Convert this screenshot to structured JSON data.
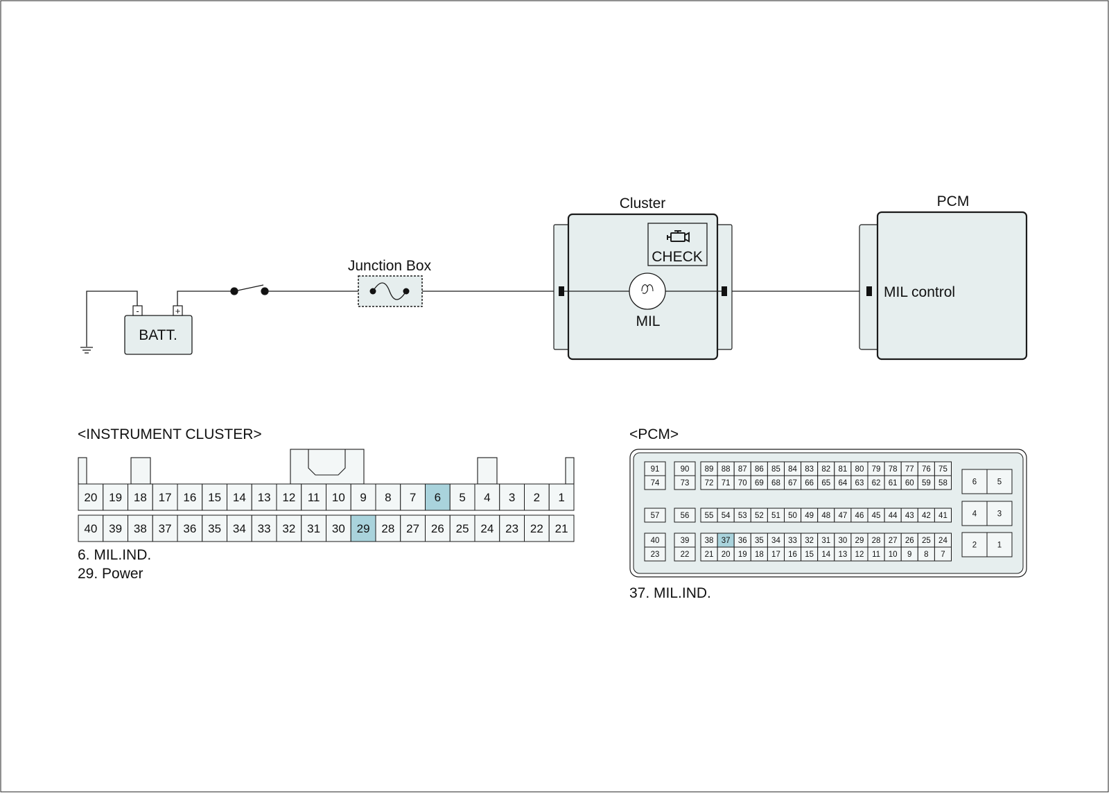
{
  "colors": {
    "line": "#1a1a1a",
    "box_fill": "#e6eeee",
    "highlight": "#a9d3dc",
    "cell_fill": "#f3f7f7"
  },
  "wiring": {
    "battery": {
      "label": "BATT.",
      "neg": "-",
      "pos": "+"
    },
    "junction_box": {
      "label": "Junction Box"
    },
    "cluster": {
      "title": "Cluster",
      "check_label": "CHECK",
      "lamp_label": "MIL",
      "icon": "engine-check-icon"
    },
    "pcm": {
      "title": "PCM",
      "pin_label": "MIL control"
    }
  },
  "cluster_connector": {
    "title": "<INSTRUMENT CLUSTER>",
    "top_row": [
      "20",
      "19",
      "18",
      "17",
      "16",
      "15",
      "14",
      "13",
      "12",
      "11",
      "10",
      "9",
      "8",
      "7",
      "6",
      "5",
      "4",
      "3",
      "2",
      "1"
    ],
    "bottom_row": [
      "40",
      "39",
      "38",
      "37",
      "36",
      "35",
      "34",
      "33",
      "32",
      "31",
      "30",
      "29",
      "28",
      "27",
      "26",
      "25",
      "24",
      "23",
      "22",
      "21"
    ],
    "highlighted": [
      "6",
      "29"
    ],
    "legend": [
      "6. MIL.IND.",
      "29. Power"
    ]
  },
  "pcm_connector": {
    "title": "<PCM>",
    "groups": [
      {
        "top": [
          "91"
        ],
        "bottom": [
          "74"
        ]
      },
      {
        "top": [
          "90"
        ],
        "bottom": [
          "73"
        ]
      },
      {
        "top": [
          "89",
          "88",
          "87",
          "86",
          "85",
          "84",
          "83",
          "82",
          "81",
          "80",
          "79",
          "78",
          "77",
          "76",
          "75"
        ],
        "bottom": [
          "72",
          "71",
          "70",
          "69",
          "68",
          "67",
          "66",
          "65",
          "64",
          "63",
          "62",
          "61",
          "60",
          "59",
          "58"
        ]
      },
      {
        "single": [
          "57"
        ]
      },
      {
        "single": [
          "56"
        ]
      },
      {
        "single": [
          "55",
          "54",
          "53",
          "52",
          "51",
          "50",
          "49",
          "48",
          "47",
          "46",
          "45",
          "44",
          "43",
          "42",
          "41"
        ]
      },
      {
        "top": [
          "40"
        ],
        "bottom": [
          "23"
        ]
      },
      {
        "top": [
          "39"
        ],
        "bottom": [
          "22"
        ]
      },
      {
        "top": [
          "38",
          "37",
          "36",
          "35",
          "34",
          "33",
          "32",
          "31",
          "30",
          "29",
          "28",
          "27",
          "26",
          "25",
          "24"
        ],
        "bottom": [
          "21",
          "20",
          "19",
          "18",
          "17",
          "16",
          "15",
          "14",
          "13",
          "12",
          "11",
          "10",
          "9",
          "8",
          "7"
        ]
      }
    ],
    "power_pins": [
      [
        "6",
        "5"
      ],
      [
        "4",
        "3"
      ],
      [
        "2",
        "1"
      ]
    ],
    "highlighted": [
      "37"
    ],
    "legend": [
      "37. MIL.IND."
    ]
  }
}
